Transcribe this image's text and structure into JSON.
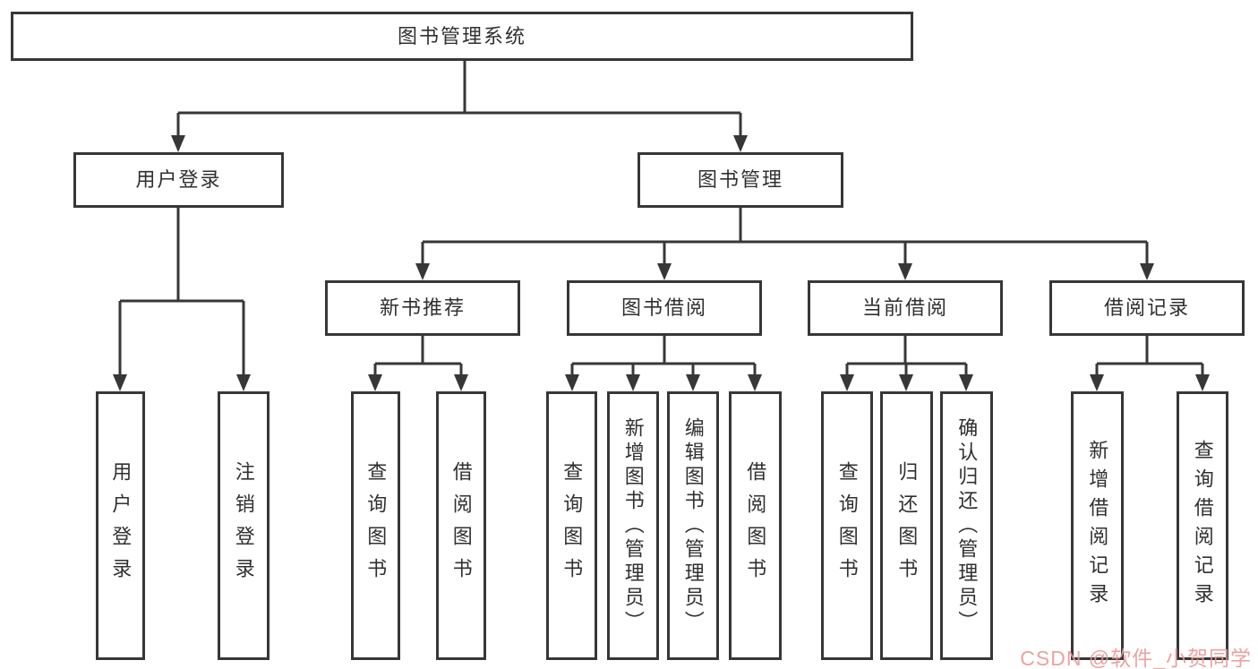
{
  "diagram": {
    "type": "hierarchy-tree",
    "tree": {
      "label": "图书管理系统",
      "children": [
        {
          "label": "用户登录",
          "children": [
            {
              "label": "用户登录"
            },
            {
              "label": "注销登录"
            }
          ]
        },
        {
          "label": "图书管理",
          "children": [
            {
              "label": "新书推荐",
              "children": [
                {
                  "label": "查询图书"
                },
                {
                  "label": "借阅图书"
                }
              ]
            },
            {
              "label": "图书借阅",
              "children": [
                {
                  "label": "查询图书"
                },
                {
                  "label": "新增图书（管理员）"
                },
                {
                  "label": "编辑图书（管理员）"
                },
                {
                  "label": "借阅图书"
                }
              ]
            },
            {
              "label": "当前借阅",
              "children": [
                {
                  "label": "查询图书"
                },
                {
                  "label": "归还图书"
                },
                {
                  "label": "确认归还（管理员）"
                }
              ]
            },
            {
              "label": "借阅记录",
              "children": [
                {
                  "label": "新增借阅记录"
                },
                {
                  "label": "查询借阅记录"
                }
              ]
            }
          ]
        }
      ]
    },
    "colors": {
      "line": "#373737",
      "box_border": "#373737",
      "text": "#303030",
      "background": "#ffffff",
      "watermark": "#e89896"
    },
    "watermark": {
      "text": "CSDN @软件_小贺同学"
    }
  }
}
